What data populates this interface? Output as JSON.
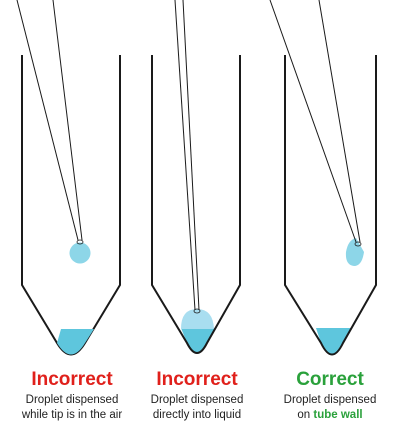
{
  "colors": {
    "liquid": "#5ec6dd",
    "droplet": "#8dd6e8",
    "outline": "#1a1a1a",
    "incorrect": "#e0201b",
    "correct": "#2aa13b"
  },
  "panels": [
    {
      "verdict": "Incorrect",
      "verdict_color": "#e0201b",
      "desc_line1": "Droplet dispensed",
      "desc_line2": "while tip is in the air"
    },
    {
      "verdict": "Incorrect",
      "verdict_color": "#e0201b",
      "desc_line1": "Droplet dispensed",
      "desc_line2": "directly into liquid"
    },
    {
      "verdict": "Correct",
      "verdict_color": "#2aa13b",
      "desc_line1": "Droplet dispensed",
      "desc_line2_prefix": "on ",
      "desc_line2_highlight": "tube wall"
    }
  ]
}
